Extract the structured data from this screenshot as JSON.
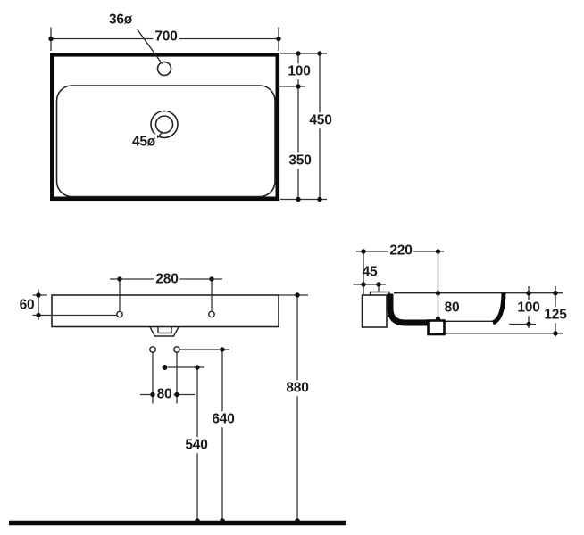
{
  "drawing": {
    "kind": "technical-dimension-drawing",
    "subject": "wall-hung washbasin, three views",
    "line_color": "#1a1a1a",
    "background_color": "#ffffff"
  },
  "top_view": {
    "width": "700",
    "tap_hole_diameter": "36ø",
    "drain_diameter": "45ø",
    "depth_total": "450",
    "depth_back": "100",
    "depth_front": "350"
  },
  "front_view": {
    "fixing_hole_spacing": "280",
    "rim_to_fixing_holes": "60",
    "lower_hole_spacing": "80",
    "rim_height": "880",
    "outlet_height": "640",
    "trap_height": "540"
  },
  "side_view": {
    "depth": "220",
    "fixing_offset": "45",
    "rim_to_outlet": "80",
    "body_height": "100",
    "overall_height": "125"
  }
}
